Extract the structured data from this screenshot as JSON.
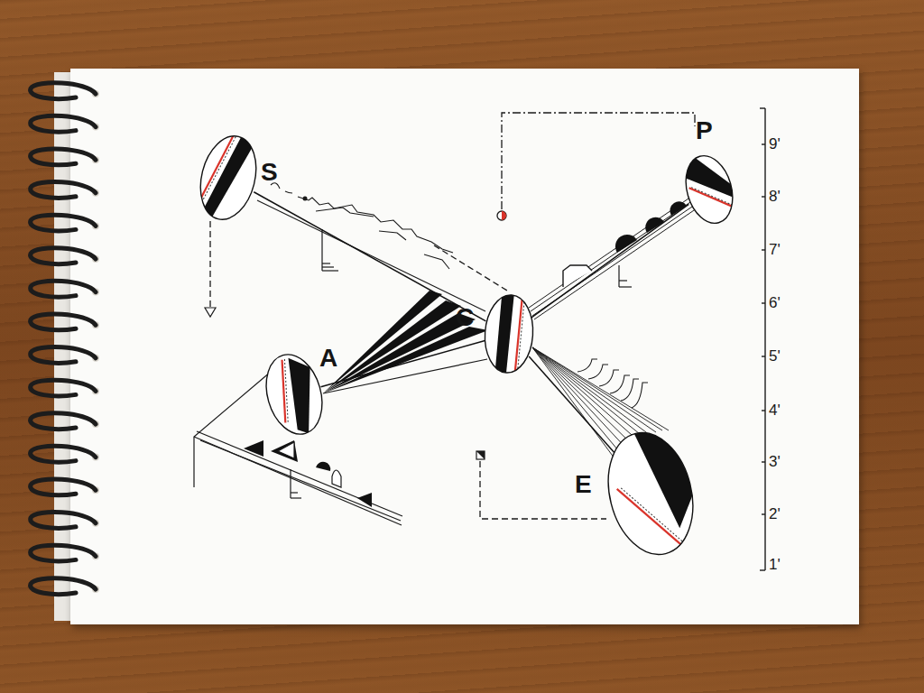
{
  "diagram": {
    "nodes": [
      {
        "text": [
          "S"
        ]
      },
      {
        "text": [
          "P"
        ]
      },
      {
        "text": [
          "C"
        ]
      },
      {
        "text": [
          "A"
        ]
      },
      {
        "text": [
          "E"
        ]
      }
    ],
    "edges": [
      {
        "from": 0,
        "to": 2,
        "arrow": "none"
      },
      {
        "from": 1,
        "to": 2,
        "arrow": "none"
      },
      {
        "from": 2,
        "to": 3,
        "arrow": "none"
      },
      {
        "from": 2,
        "to": 4,
        "arrow": "none"
      }
    ],
    "labels": [
      "9'",
      "8'",
      "7'",
      "6'",
      "5'",
      "4'",
      "3'",
      "2'",
      "1'"
    ]
  }
}
